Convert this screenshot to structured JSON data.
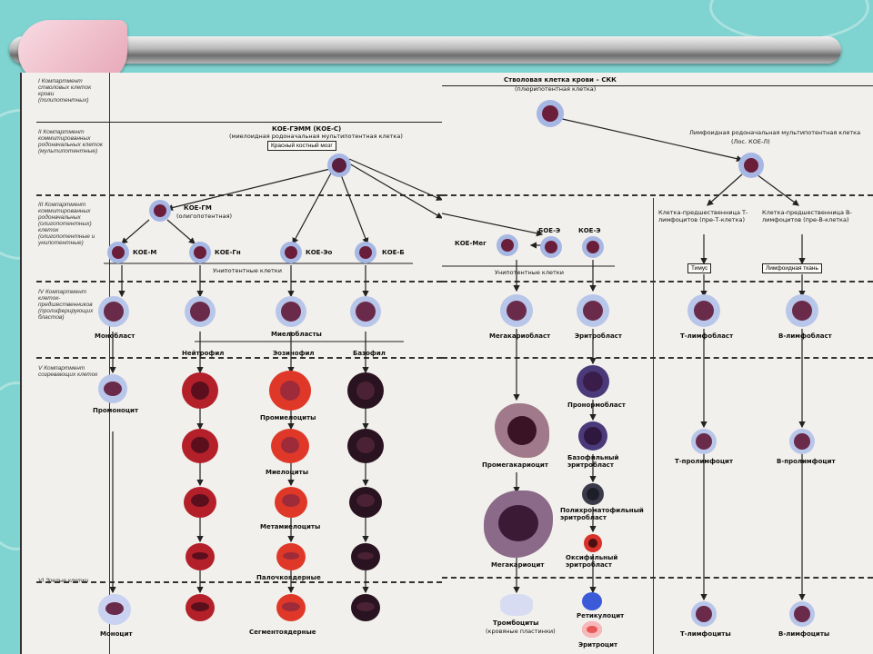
{
  "stages": {
    "s1": "I Компартмент стволовых клеток крови (полипотентных)",
    "s2": "II Компартмент коммитированных родоначальных клеток (мультипотентные)",
    "s3": "III Компартмент коммитированных родоначальных (олигопотентных) клеток (олигопотентные и унипотентные)",
    "s4": "IV Компартмент клеток-предшественников (пролиферирующих бластов)",
    "s5": "V Компартмент созревающих клеток",
    "s6": "VI Зрелые клетки"
  },
  "left": {
    "koe_gemm": "КОЕ-ГЭММ (КОЕ-С)",
    "koe_gemm_sub": "(миелоидная родоначальная мультипотентная клетка)",
    "marrow_box": "Красный костный мозг",
    "koe_gm": "КОЕ-ГМ",
    "koe_gm_sub": "(олигопотентная)",
    "koe_m": "КОЕ-М",
    "koe_gn": "КОЕ-Гн",
    "koe_eo": "КОЕ-Эо",
    "koe_b": "КОЕ-Б",
    "unipotent": "Унипотентные клетки",
    "monoblast": "Монобласт",
    "myeloblasts": "Миелобласты",
    "neutrophil": "Нейтрофил",
    "eosinophil": "Эозинофил",
    "basophil": "Базофил",
    "promonocyte": "Промоноцит",
    "promyelocytes": "Промиелоциты",
    "myelocytes": "Миелоциты",
    "metamyelocytes": "Метамиелоциты",
    "band": "Палочкоядерные",
    "segmented": "Сегментоядерные",
    "monocyte": "Моноцит"
  },
  "right": {
    "stem": "Стволовая клетка крови – СКК",
    "stem_sub": "(плюрипотентная клетка)",
    "lymph_root": "Лимфоидная родоначальная мультипотентная клетка",
    "lymph_root_sub": "(Лос. КОЕ-Л)",
    "pre_t": "Клетка-предшественница Т-лимфоцитов (пре-Т-клетка)",
    "pre_b": "Клетка-предшественница В-лимфоцитов (пре-В-клетка)",
    "thymus": "Тимус",
    "lymph_nodes": "Лимфоидная ткань",
    "koe_meg": "КОЕ-Мег",
    "boe_e": "БОЕ-Э",
    "koe_e": "КОЕ-Э",
    "unipotent": "Унипотентные клетки",
    "megakaryoblast": "Мегакариобласт",
    "erythroblast": "Эритробласт",
    "t_lymphoblast": "Т-лимфобласт",
    "b_lymphoblast": "В-лимфобласт",
    "proerythroblast": "Пронормобласт",
    "promegakaryocyte": "Промегакариоцит",
    "baso_erythroblast": "Базофильный эритробласт",
    "t_prolymphocyte": "Т-пролимфоцит",
    "b_prolymphocyte": "В-пролимфоцит",
    "poly_erythroblast": "Полихроматофильный эритробласт",
    "oxy_erythroblast": "Оксифильный эритробласт",
    "megakaryocyte": "Мегакариоцит",
    "reticulocyte": "Ретикулоцит",
    "platelets": "Тромбоциты",
    "platelets_sub": "(кровяные пластинки)",
    "erythrocyte": "Эритроцит",
    "t_lymphocyte": "Т-лимфоциты",
    "b_lymphocyte": "В-лимфоциты"
  },
  "colors": {
    "background": "#7fd3d0",
    "paper": "#f2f0ec",
    "neutro": "#b3202a",
    "eosino": "#e03828",
    "baso": "#2a1320",
    "blast": "#6a2a4a",
    "halo": "#b8c6ea"
  }
}
